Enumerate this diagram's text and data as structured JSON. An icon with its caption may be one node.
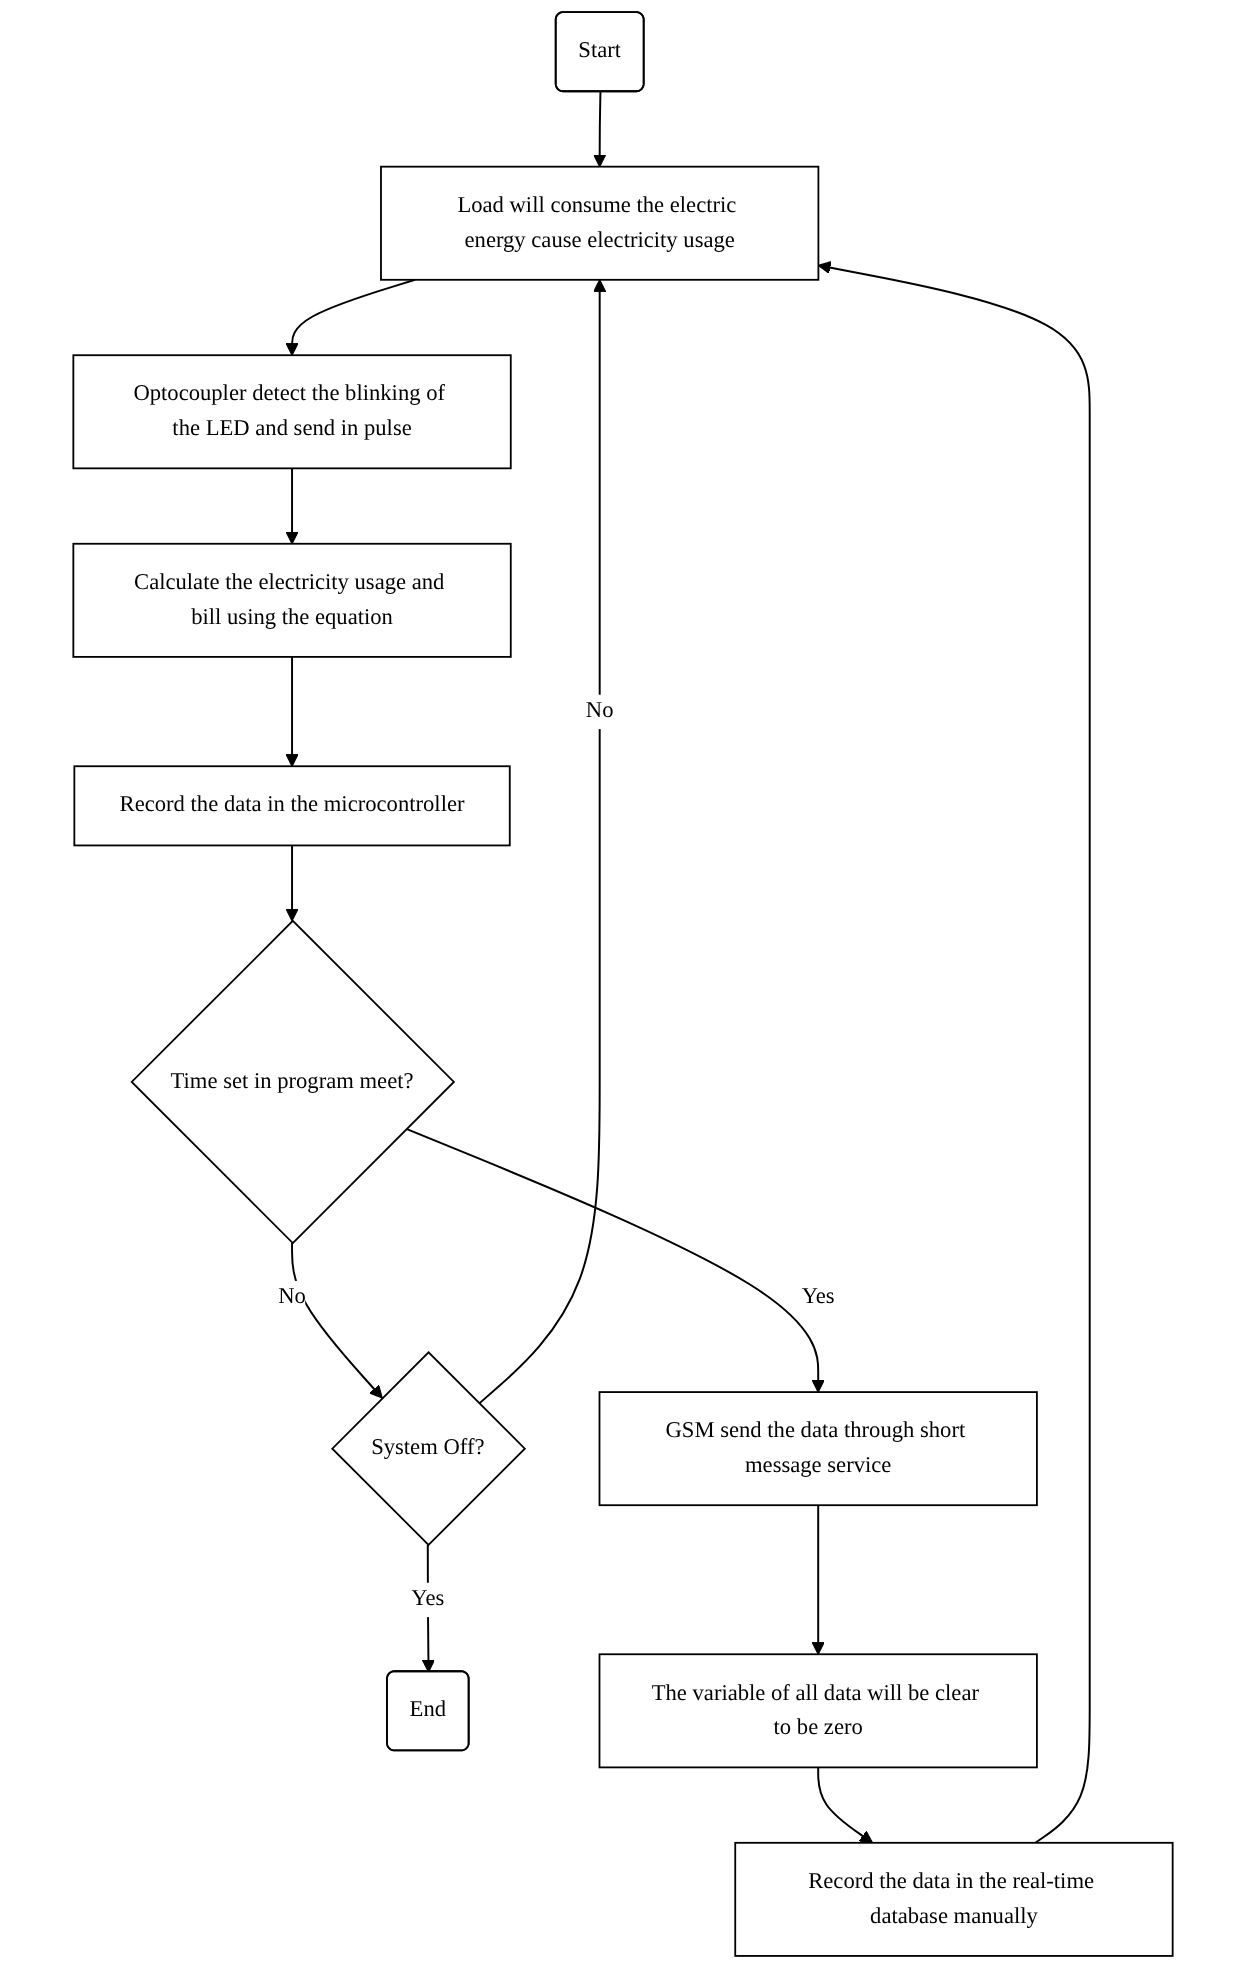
{
  "diagram": {
    "nodes": [
      {
        "text": [
          "Start"
        ]
      },
      {
        "text": [
          "Load will consume the electric energy cause electricity usage"
        ]
      },
      {
        "text": [
          "Optocoupler detect the blinking of the LED and send in pulse"
        ]
      },
      {
        "text": [
          "Calculate the electricity usage and bill using the equation"
        ]
      },
      {
        "text": [
          "Record the data in the microcontroller"
        ]
      },
      {
        "text": [
          "Time set in program meet?"
        ]
      },
      {
        "text": [
          "System Off?"
        ]
      },
      {
        "text": [
          "End"
        ]
      },
      {
        "text": [
          "GSM send the data through short message service"
        ]
      },
      {
        "text": [
          "The variable of all data will be clear to be zero"
        ]
      },
      {
        "text": [
          "Record the data in the real-time database manually"
        ]
      }
    ],
    "edges": [
      {
        "from": 0,
        "to": 1,
        "arrow": "to"
      },
      {
        "from": 1,
        "to": 2,
        "arrow": "to"
      },
      {
        "from": 2,
        "to": 3,
        "arrow": "to"
      },
      {
        "from": 3,
        "to": 4,
        "arrow": "to"
      },
      {
        "from": 4,
        "to": 5,
        "arrow": "to"
      },
      {
        "from": 5,
        "to": 8,
        "label": "Yes",
        "arrow": "to"
      },
      {
        "from": 5,
        "to": 6,
        "label": "No",
        "arrow": "to"
      },
      {
        "from": 6,
        "to": 1,
        "label": "No",
        "arrow": "to"
      },
      {
        "from": 6,
        "to": 7,
        "label": "Yes",
        "arrow": "to"
      },
      {
        "from": 8,
        "to": 9,
        "arrow": "to"
      },
      {
        "from": 9,
        "to": 10,
        "arrow": "to"
      },
      {
        "from": 10,
        "to": 1,
        "arrow": "to"
      }
    ]
  }
}
